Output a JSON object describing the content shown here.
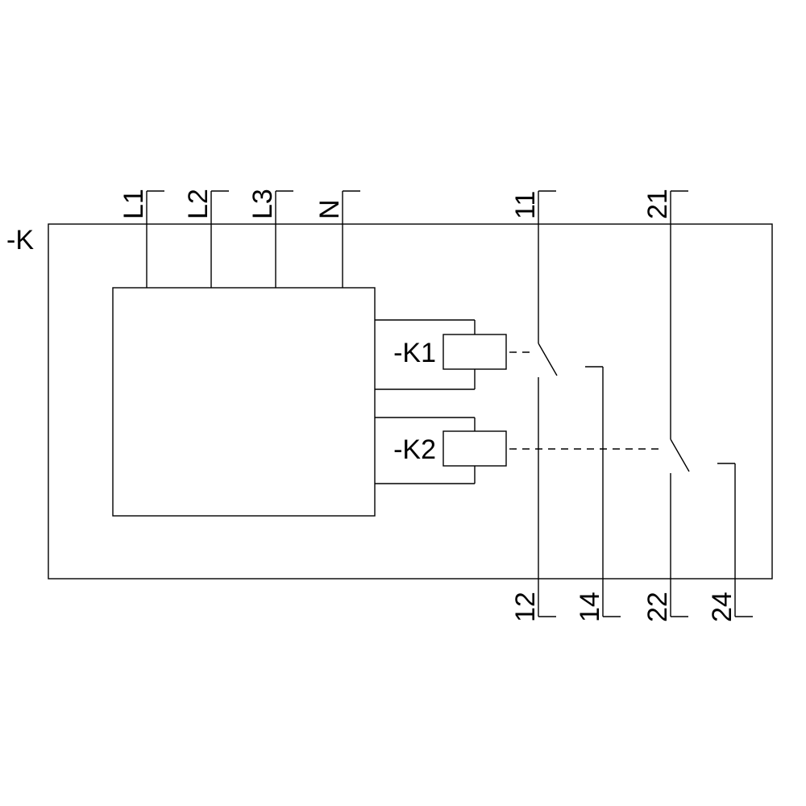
{
  "diagram": {
    "device_label": "-K",
    "top_terminals": [
      "L1",
      "L2",
      "L3",
      "N",
      "11",
      "21"
    ],
    "bottom_terminals": [
      "12",
      "14",
      "22",
      "24"
    ],
    "coils": [
      "-K1",
      "-K2"
    ],
    "colors": {
      "line": "#000000",
      "background": "#ffffff"
    }
  }
}
